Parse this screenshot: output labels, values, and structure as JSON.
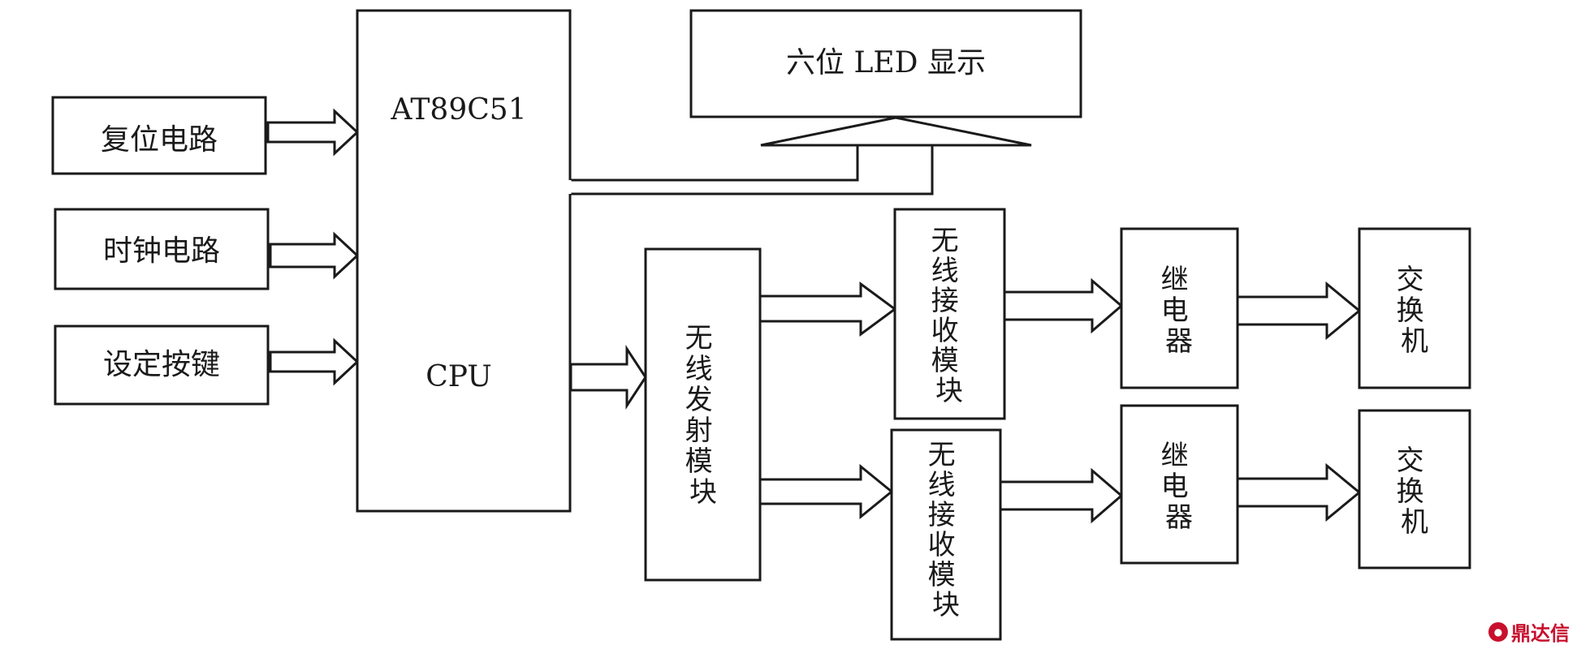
{
  "diagram": {
    "reset_circuit": "复位电路",
    "clock_circuit": "时钟电路",
    "set_keys": "设定按键",
    "mcu_model": "AT89C51",
    "mcu_cpu": "CPU",
    "led_display": "六位 LED 显示",
    "wireless_tx": [
      "无",
      "线",
      "发",
      "射",
      "模",
      "块"
    ],
    "wireless_rx_1": [
      "无",
      "线",
      "接",
      "收",
      "模",
      "块"
    ],
    "wireless_rx_2": [
      "无",
      "线",
      "接",
      "收",
      "模",
      "块"
    ],
    "relay_1": [
      "继",
      "电",
      "器"
    ],
    "relay_2": [
      "继",
      "电",
      "器"
    ],
    "switch_1": [
      "交",
      "换",
      "机"
    ],
    "switch_2": [
      "交",
      "换",
      "机"
    ]
  },
  "watermark": {
    "text": "鼎达信",
    "icon": "logo-icon",
    "color": "#c8102e"
  }
}
